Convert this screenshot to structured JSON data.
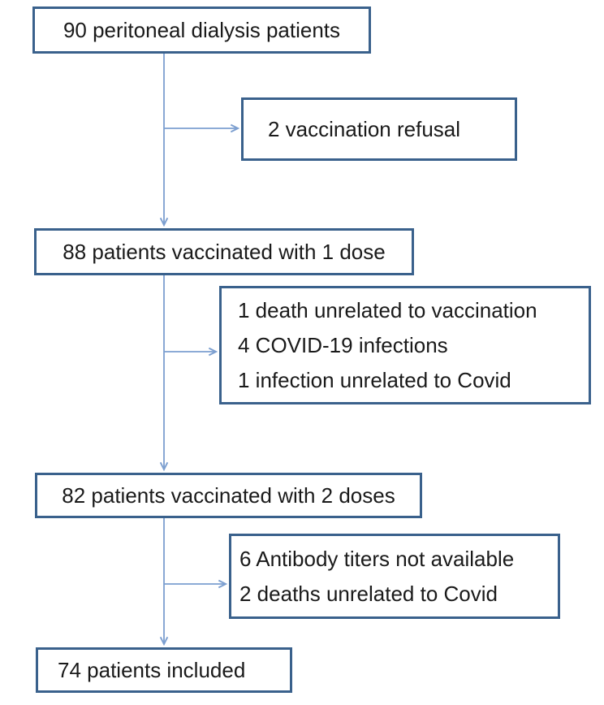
{
  "diagram": {
    "type": "flowchart",
    "colors": {
      "box_border": "#3A618C",
      "connector": "#7C9FD0",
      "text": "#1A1A1A",
      "background": "#FFFFFF"
    },
    "boxes": [
      {
        "name": "total-patients",
        "lines": [
          "90 peritoneal dialysis patients"
        ]
      },
      {
        "name": "vaccination-refusal",
        "lines": [
          "2 vaccination refusal"
        ]
      },
      {
        "name": "vaccinated-1-dose",
        "lines": [
          "88 patients vaccinated with 1 dose"
        ]
      },
      {
        "name": "excluded-after-dose-1",
        "lines": [
          "1 death unrelated to vaccination",
          "4 COVID-19 infections",
          "1 infection unrelated to Covid"
        ]
      },
      {
        "name": "vaccinated-2-doses",
        "lines": [
          "82 patients vaccinated with 2 doses"
        ]
      },
      {
        "name": "excluded-after-dose-2",
        "lines": [
          "6 Antibody titers not available",
          "2 deaths unrelated to Covid"
        ]
      },
      {
        "name": "patients-included",
        "lines": [
          "74 patients included"
        ]
      }
    ]
  }
}
